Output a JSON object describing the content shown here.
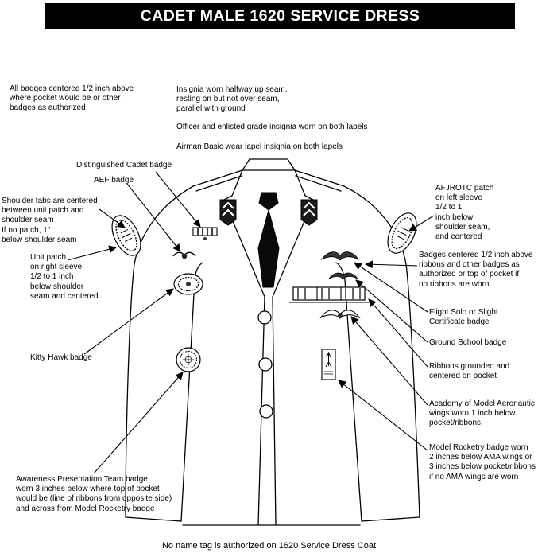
{
  "title": "CADET MALE 1620 SERVICE DRESS",
  "footer": "No name tag is authorized on 1620 Service Dress Coat",
  "colors": {
    "header_bg": "#000000",
    "header_text": "#ffffff",
    "line": "#000000",
    "tie": "#0a0a0a"
  },
  "annotations": {
    "all_badges": "All badges centered 1/2 inch above\nwhere pocket would be or other\nbadges as authorized",
    "insignia": "Insignia worn halfway up seam,\nresting on but not over seam,\nparallel with ground",
    "officer": "Officer and enlisted grade insignia worn on both lapels",
    "airman": "Airman Basic wear lapel insignia on both lapels",
    "distinguished": "Distinguished Cadet badge",
    "aef": "AEF badge",
    "shoulder_tabs": "Shoulder tabs are centered\nbetween unit patch and\nshoulder seam\nIf no patch, 1\"\nbelow shoulder seam",
    "unit_patch": "Unit patch\non right sleeve\n1/2 to 1 inch\nbelow shoulder\nseam and centered",
    "kitty_hawk": "Kitty Hawk badge",
    "awareness": "Awareness Presentation Team badge\nworn 3 inches below where top of pocket\nwould be (line of ribbons from opposite side)\nand across from Model Rocketry badge",
    "afjrotc": "AFJROTC patch\non left sleeve\n1/2 to 1\ninch below\nshoulder seam,\nand centered",
    "badges_centered": "Badges centered 1/2 inch above\nribbons and other badges as\nauthorized or top of pocket if\nno ribbons are worn",
    "flight_solo": "Flight Solo or Slight\nCertificate badge",
    "ground_school": "Ground School badge",
    "ribbons": "Ribbons grounded and\ncentered on pocket",
    "ama": "Academy of Model Aeronautic\nwings worn 1 inch below\npocket/ribbons",
    "rocketry": "Model Rocketry badge worn\n2 inches below AMA wings or\n3 inches below pocket/ribbons\nif no AMA wings are worn"
  }
}
